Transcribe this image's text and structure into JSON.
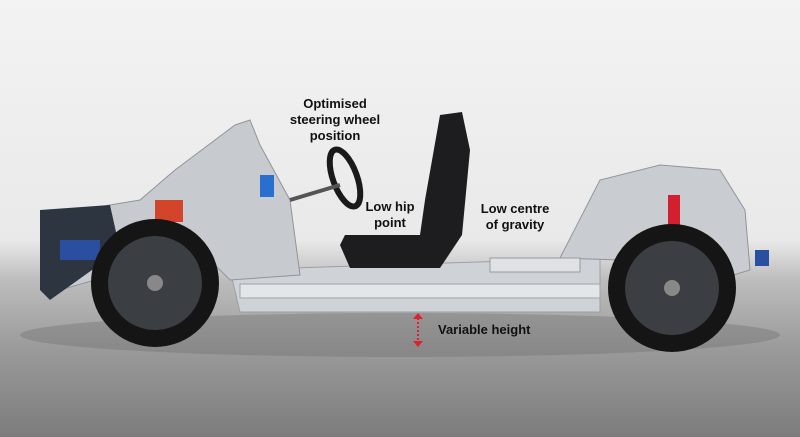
{
  "annotations": {
    "steering": [
      "Optimised",
      "steering wheel",
      "position"
    ],
    "hip": [
      "Low hip",
      "point"
    ],
    "gravity": [
      "Low centre",
      "of gravity"
    ],
    "height": "Variable height"
  },
  "colors": {
    "arrow": "#e0202e",
    "text": "#111111",
    "spring": "#d2452a",
    "frame": "#c9cdd2"
  }
}
